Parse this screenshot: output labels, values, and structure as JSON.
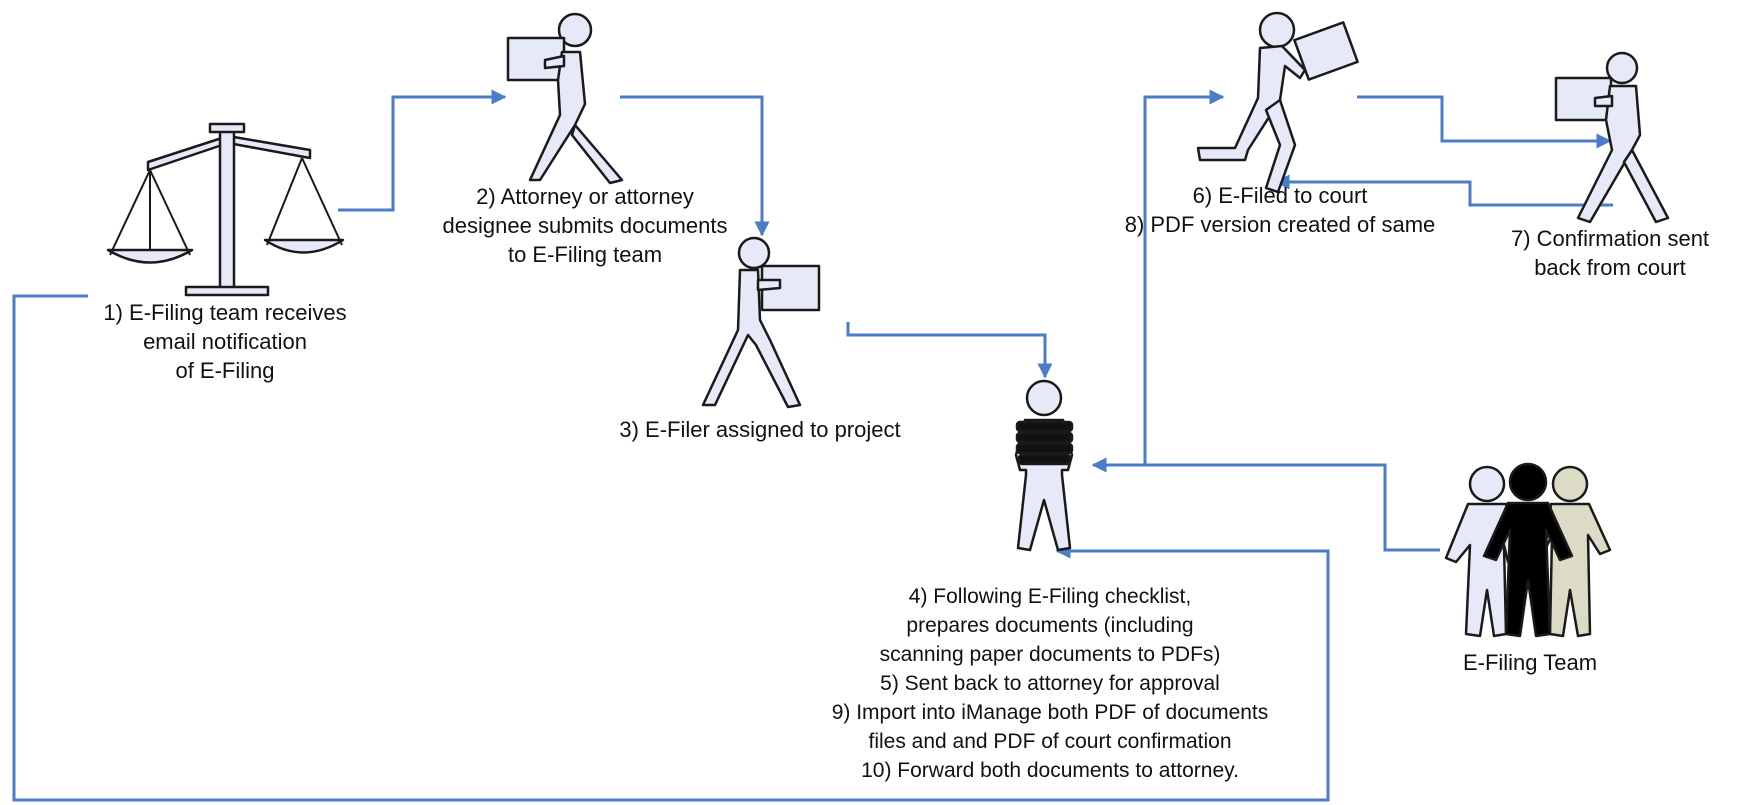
{
  "diagram": {
    "nodes": {
      "scale": {
        "icon": "balance-scale-icon",
        "lines": [
          "1) E-Filing team receives",
          "email notification",
          "of E-Filing"
        ]
      },
      "attorney": {
        "icon": "person-carrying-box-icon",
        "lines": [
          "2) Attorney or attorney",
          "designee submits documents",
          "to E-Filing team"
        ]
      },
      "efiler": {
        "icon": "person-carrying-box-icon",
        "lines": [
          "3) E-Filer assigned to project"
        ]
      },
      "preparer": {
        "icon": "person-holding-documents-icon",
        "lines": [
          "4) Following E-Filing checklist,",
          "prepares documents (including",
          "scanning paper documents to PDFs)",
          "5) Sent back to attorney for approval",
          "9) Import into iManage both PDF of documents",
          "files and and PDF of court confirmation",
          "10) Forward both documents to attorney."
        ]
      },
      "filer": {
        "icon": "person-running-with-box-icon",
        "lines": [
          "6) E-Filed to court",
          "8) PDF version created of same"
        ]
      },
      "court": {
        "icon": "person-carrying-box-icon",
        "lines": [
          "7) Confirmation sent",
          "back from court"
        ]
      },
      "team": {
        "icon": "team-group-icon",
        "lines": [
          "E-Filing Team"
        ]
      }
    },
    "colors": {
      "arrow": "#4a7cc7",
      "figure_fill": "#e6e9f7",
      "figure_stroke": "#1a1a1a",
      "team_black": "#000000",
      "team_khaki": "#dcdcc6"
    }
  }
}
